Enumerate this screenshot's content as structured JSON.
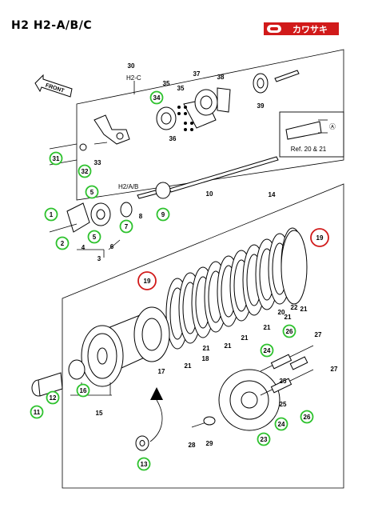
{
  "header": {
    "title": "H2 H2-A/B/C",
    "logo_text": "カワサキ",
    "brand_color": "#d11a1a"
  },
  "direction": {
    "front_label": "FRONT"
  },
  "variants": {
    "h2c": "H2-C",
    "h2ab": "H2/A/B"
  },
  "reference": {
    "text": "Ref. 20 & 21",
    "symbol": "Ⓐ"
  },
  "callouts": {
    "green": [
      "1",
      "2",
      "5",
      "5",
      "7",
      "9",
      "11",
      "12",
      "13",
      "16",
      "23",
      "24",
      "24",
      "26",
      "26",
      "31",
      "32",
      "34"
    ],
    "red": [
      "19",
      "19"
    ],
    "plain": [
      "3",
      "4",
      "6",
      "8",
      "10",
      "14",
      "15",
      "17",
      "18",
      "20",
      "21",
      "21",
      "21",
      "21",
      "21",
      "21",
      "21",
      "22",
      "25",
      "25",
      "27",
      "27",
      "28",
      "29",
      "30",
      "33",
      "35",
      "35",
      "36",
      "37",
      "38",
      "39"
    ]
  },
  "colors": {
    "green_circle": "#2ec22e",
    "red_circle": "#d11a1a",
    "line": "#000000"
  }
}
